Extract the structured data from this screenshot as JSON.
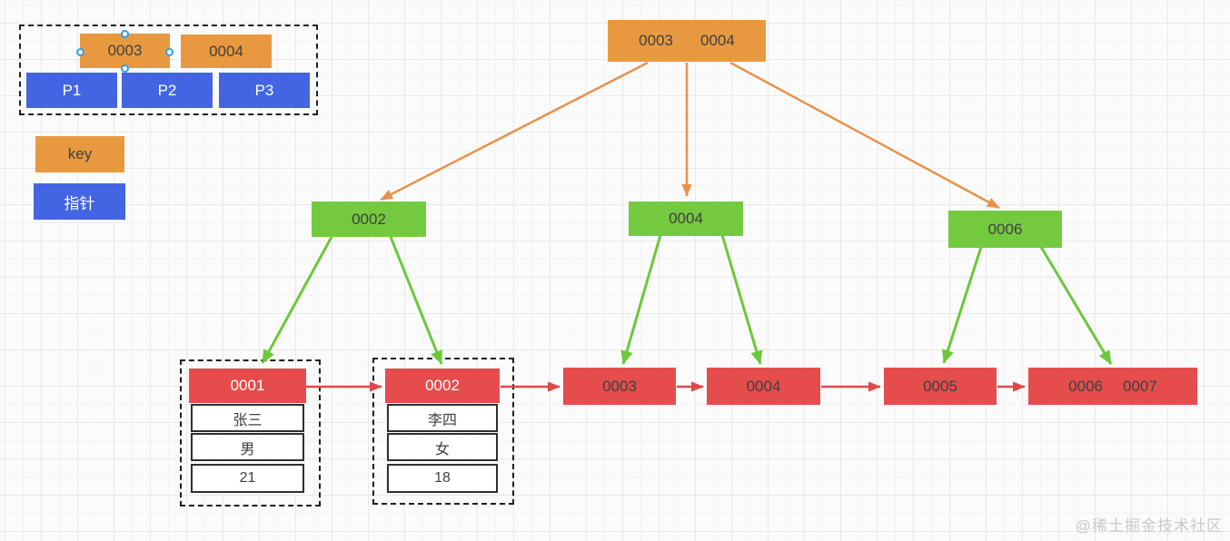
{
  "legend": {
    "key_label": "key",
    "pointer_label": "指针"
  },
  "node_structure_example": {
    "keys": [
      "0003",
      "0004"
    ],
    "pointers": [
      "P1",
      "P2",
      "P3"
    ]
  },
  "btree": {
    "root": {
      "keys": [
        "0003",
        "0004"
      ]
    },
    "internal_nodes": [
      {
        "key": "0002"
      },
      {
        "key": "0004"
      },
      {
        "key": "0006"
      }
    ],
    "leaf_nodes": [
      {
        "key": "0001"
      },
      {
        "key": "0002"
      },
      {
        "key": "0003"
      },
      {
        "key": "0004"
      },
      {
        "key": "0005"
      },
      {
        "keys": [
          "0006",
          "0007"
        ]
      }
    ]
  },
  "records": [
    {
      "key": "0001",
      "name": "张三",
      "gender": "男",
      "age": "21"
    },
    {
      "key": "0002",
      "name": "李四",
      "gender": "女",
      "age": "18"
    }
  ],
  "watermark": "@稀土掘金技术社区",
  "colors": {
    "key_orange": "#e8993f",
    "pointer_blue": "#4365e2",
    "internal_green": "#74ca3e",
    "leaf_red": "#e54d4d",
    "arrow_orange": "#e8924a",
    "arrow_green": "#6cc83a",
    "arrow_red": "#e0474a"
  }
}
